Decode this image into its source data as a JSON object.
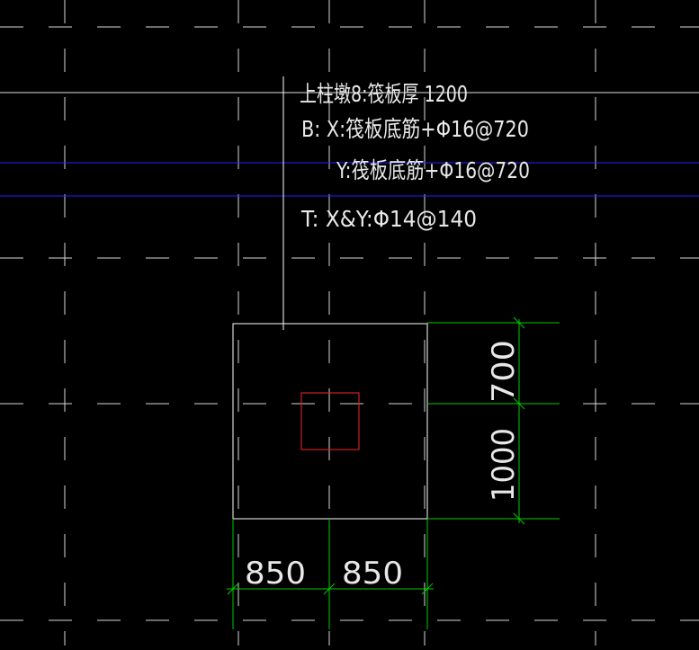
{
  "drawing": {
    "annotation": {
      "line1": "上柱墩8:筏板厚 1200",
      "line2": "B:  X:筏板底筋+Φ16@720",
      "line3": "Y:筏板底筋+Φ16@720",
      "line4": "T:  X&Y:Φ14@140"
    },
    "dimensions": {
      "vertical_top": "700",
      "vertical_bottom": "1000",
      "horizontal_left": "850",
      "horizontal_right": "850"
    }
  },
  "colors": {
    "background": "#000000",
    "grid": "#ffffff",
    "axis": "#1f22ff",
    "dimension": "#00cc00",
    "column": "#cc2222",
    "text": "#e8e8e8"
  }
}
